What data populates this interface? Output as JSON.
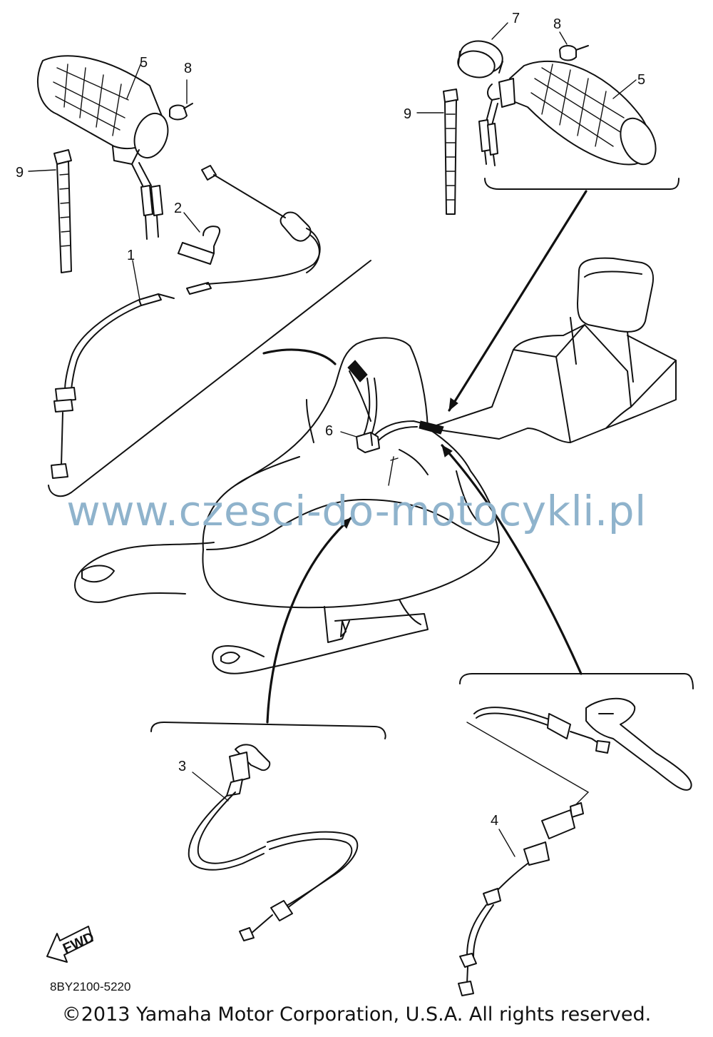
{
  "diagram": {
    "callouts": [
      {
        "id": "1",
        "label": "1"
      },
      {
        "id": "2",
        "label": "2"
      },
      {
        "id": "3",
        "label": "3"
      },
      {
        "id": "4",
        "label": "4"
      },
      {
        "id": "5a",
        "label": "5"
      },
      {
        "id": "5b",
        "label": "5"
      },
      {
        "id": "6",
        "label": "6"
      },
      {
        "id": "7",
        "label": "7"
      },
      {
        "id": "8a",
        "label": "8"
      },
      {
        "id": "8b",
        "label": "8"
      },
      {
        "id": "9a",
        "label": "9"
      },
      {
        "id": "9b",
        "label": "9"
      }
    ],
    "fwd_label": "FWD",
    "part_code": "8BY2100-5220"
  },
  "watermark": "www.czesci-do-motocykli.pl",
  "copyright": "©2013 Yamaha Motor Corporation, U.S.A. All rights reserved.",
  "colors": {
    "line": "#111111",
    "watermark": "#8fb3cc",
    "background": "#ffffff"
  }
}
